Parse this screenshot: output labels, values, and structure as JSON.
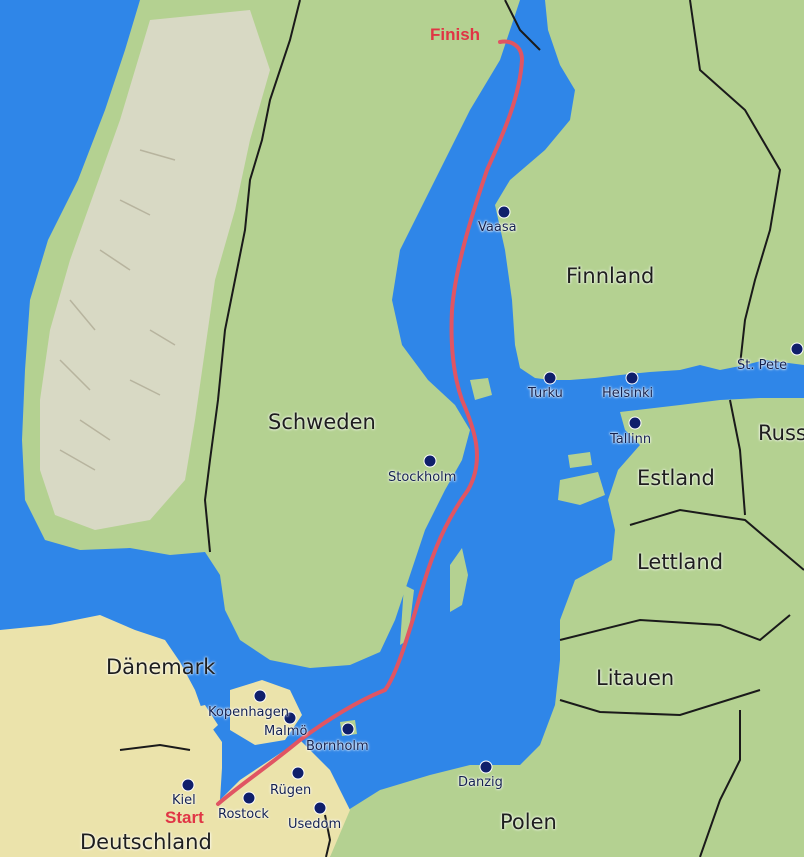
{
  "colors": {
    "water": "#2f86e8",
    "land_green": "#b4d191",
    "land_beige": "#ebe3ab",
    "mountain": "#dedbcc",
    "border": "#1a1a1a",
    "route": "#e05563",
    "city_dot": "#0f1f6b"
  },
  "countries": {
    "schweden": "Schweden",
    "finnland": "Finnland",
    "estland": "Estland",
    "lettland": "Lettland",
    "litauen": "Litauen",
    "polen": "Polen",
    "daenemark": "Dänemark",
    "deutschland": "Deutschland",
    "russ": "Russ"
  },
  "cities": {
    "vaasa": "Vaasa",
    "turku": "Turku",
    "helsinki": "Helsinki",
    "st_pete": "St. Pete",
    "tallinn": "Tallinn",
    "stockholm": "Stockholm",
    "kopenhagen": "Kopenhagen",
    "malmo": "Malmö",
    "bornholm": "Bornholm",
    "kiel": "Kiel",
    "rugen": "Rügen",
    "rostock": "Rostock",
    "usedom": "Usedom",
    "danzig": "Danzig"
  },
  "route": {
    "start": "Start",
    "finish": "Finish"
  }
}
